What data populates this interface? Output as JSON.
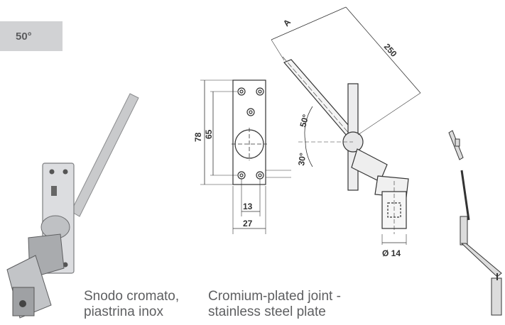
{
  "badge": {
    "angle": "50°"
  },
  "caption_it": {
    "line1": "Snodo cromato,",
    "line2": "piastrina inox"
  },
  "caption_en": {
    "line1": "Cromium-plated joint -",
    "line2": "stainless steel plate"
  },
  "dimensions": {
    "overall_length": "250",
    "offset": "A",
    "height_total": "78",
    "height_holes": "65",
    "width_holes": "13",
    "width_total": "27",
    "angle_upper": "50°",
    "angle_lower": "30°",
    "diameter": "Ø 14"
  },
  "colors": {
    "badge_bg": "#d1d2d4",
    "text": "#5e5f61",
    "line": "#333333"
  }
}
